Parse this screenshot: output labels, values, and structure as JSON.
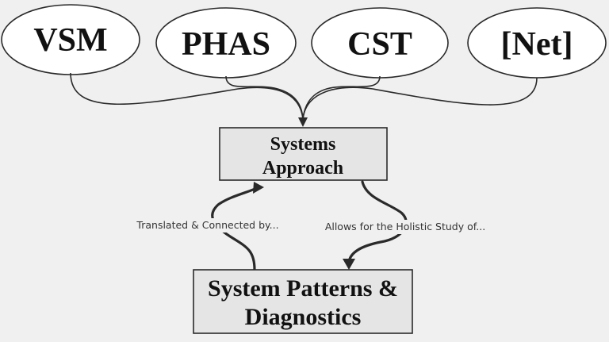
{
  "nodes": {
    "vsm": "VSM",
    "phas": "PHAS",
    "cst": "CST",
    "net": "[Net]",
    "systems_approach": [
      "Systems",
      "Approach"
    ],
    "system_patterns": [
      "System Patterns &",
      "Diagnostics"
    ]
  },
  "edges": {
    "translated": "Translated & Connected by...",
    "allows": "Allows for the Holistic Study of..."
  }
}
